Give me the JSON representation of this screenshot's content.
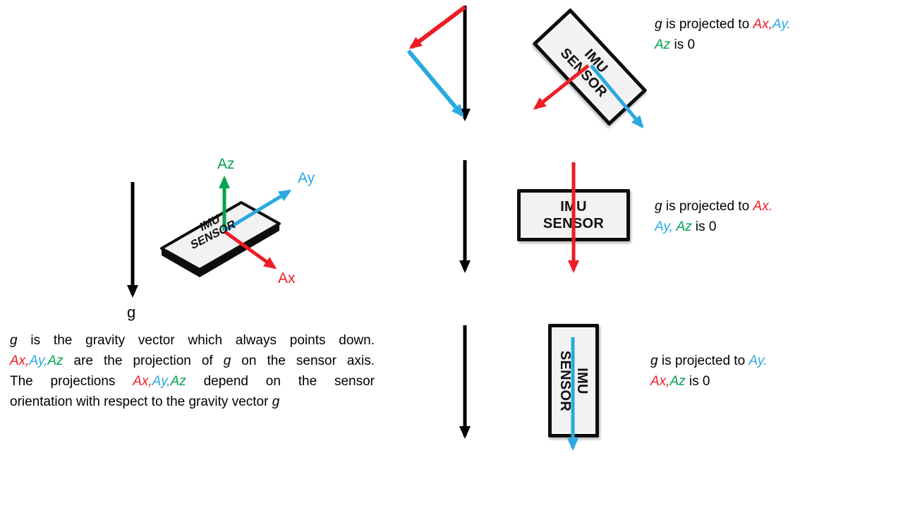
{
  "colors": {
    "black": "#000000",
    "red": "#ee1c25",
    "blue": "#29a9e0",
    "green": "#00a44f",
    "box_fill": "#f2f2f2",
    "box_border": "#0d0d0d"
  },
  "sensor": {
    "line1": "IMU",
    "line2": "SENSOR"
  },
  "left_diagram": {
    "gravity_label": "g",
    "az_label": "Az",
    "ay_label": "Ay",
    "ax_label": "Ax"
  },
  "paragraph": {
    "lines": [
      [
        {
          "t": "g",
          "i": 1
        },
        {
          "t": " is the gravity vector which always points down."
        }
      ],
      [
        {
          "t": "Ax,",
          "c": "red",
          "i": 1
        },
        {
          "t": "Ay,",
          "c": "blue",
          "i": 1
        },
        {
          "t": "Az",
          "c": "green",
          "i": 1
        },
        {
          "t": " are the projection of "
        },
        {
          "t": "g",
          "i": 1
        },
        {
          "t": " on the sensor axis."
        }
      ],
      [
        {
          "t": "The projections "
        },
        {
          "t": "Ax,",
          "c": "red",
          "i": 1
        },
        {
          "t": "Ay,",
          "c": "blue",
          "i": 1
        },
        {
          "t": "Az",
          "c": "green",
          "i": 1
        },
        {
          "t": " depend on the sensor"
        }
      ],
      [
        {
          "t": "orientation with respect to the gravity vector "
        },
        {
          "t": "g",
          "i": 1
        }
      ]
    ]
  },
  "scenarios": {
    "tilted": {
      "caption": {
        "lines": [
          [
            {
              "t": "g",
              "i": 1
            },
            {
              "t": " is projected to "
            },
            {
              "t": "Ax,",
              "c": "red",
              "i": 1
            },
            {
              "t": "Ay.",
              "c": "blue",
              "i": 1
            }
          ],
          [
            {
              "t": "Az",
              "c": "green",
              "i": 1
            },
            {
              "t": " is 0"
            }
          ]
        ]
      }
    },
    "flat": {
      "caption": {
        "lines": [
          [
            {
              "t": "g",
              "i": 1
            },
            {
              "t": " is projected to "
            },
            {
              "t": "Ax.",
              "c": "red",
              "i": 1
            }
          ],
          [
            {
              "t": "Ay, ",
              "c": "blue",
              "i": 1
            },
            {
              "t": "Az",
              "c": "green",
              "i": 1
            },
            {
              "t": " is 0"
            }
          ]
        ]
      }
    },
    "vertical": {
      "caption": {
        "lines": [
          [
            {
              "t": "g",
              "i": 1
            },
            {
              "t": " is projected to "
            },
            {
              "t": "Ay.",
              "c": "blue",
              "i": 1
            }
          ],
          [
            {
              "t": "Ax,",
              "c": "red",
              "i": 1
            },
            {
              "t": "Az",
              "c": "green",
              "i": 1
            },
            {
              "t": " is 0"
            }
          ]
        ]
      }
    }
  }
}
